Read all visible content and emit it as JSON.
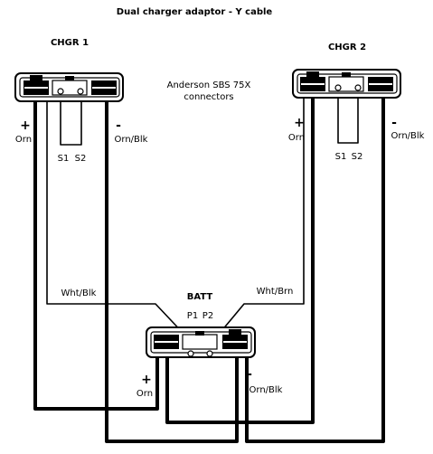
{
  "title": "Dual charger adaptor - Y cable",
  "connector_note_line1": "Anderson SBS 75X",
  "connector_note_line2": "connectors",
  "chgr1": {
    "name": "CHGR 1",
    "plus": "+",
    "minus": "-",
    "plus_wire": "Orn",
    "minus_wire": "Orn/Blk",
    "s1": "S1",
    "s2": "S2"
  },
  "chgr2": {
    "name": "CHGR 2",
    "plus": "+",
    "minus": "-",
    "plus_wire": "Orn",
    "minus_wire": "Orn/Blk",
    "s1": "S1",
    "s2": "S2"
  },
  "batt": {
    "name": "BATT",
    "p1": "P1",
    "p2": "P2",
    "plus": "+",
    "minus": "-",
    "plus_wire": "Orn",
    "minus_wire": "Orn/Blk"
  },
  "pilot_wire_left": "Wht/Blk",
  "pilot_wire_right": "Wht/Brn"
}
